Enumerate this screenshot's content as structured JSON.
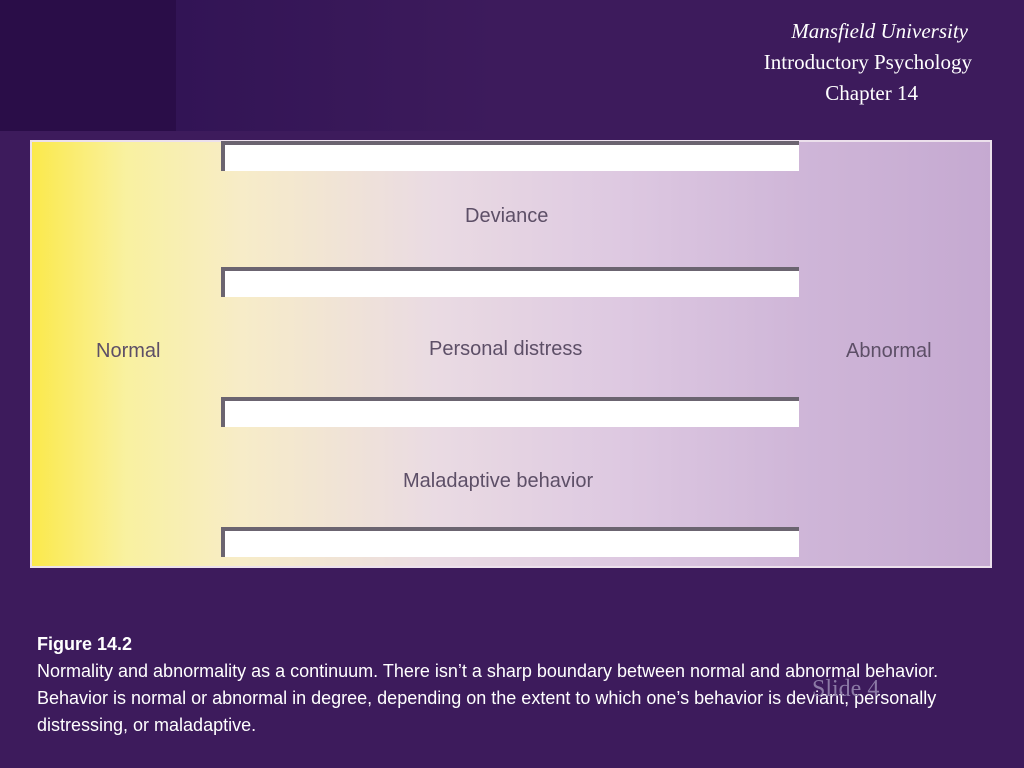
{
  "header": {
    "university": "Mansfield University",
    "course": "Introductory Psychology",
    "chapter": "Chapter 14"
  },
  "figure": {
    "left_label": "Normal",
    "right_label": "Abnormal",
    "dimensions": [
      "Deviance",
      "Personal distress",
      "Maladaptive behavior"
    ]
  },
  "caption": {
    "title": "Figure 14.2",
    "text": "Normality and abnormality as a continuum. There isn’t a sharp boundary between normal and abnormal behavior. Behavior is normal or abnormal in degree, depending on the extent to which one’s behavior is deviant, personally distressing, or maladaptive."
  },
  "slide_number": "Slide 4",
  "colors": {
    "background": "#3d1b5c",
    "normal_end": "#fbe94a",
    "abnormal_end": "#c5a9d1",
    "label": "#5d4f67"
  }
}
